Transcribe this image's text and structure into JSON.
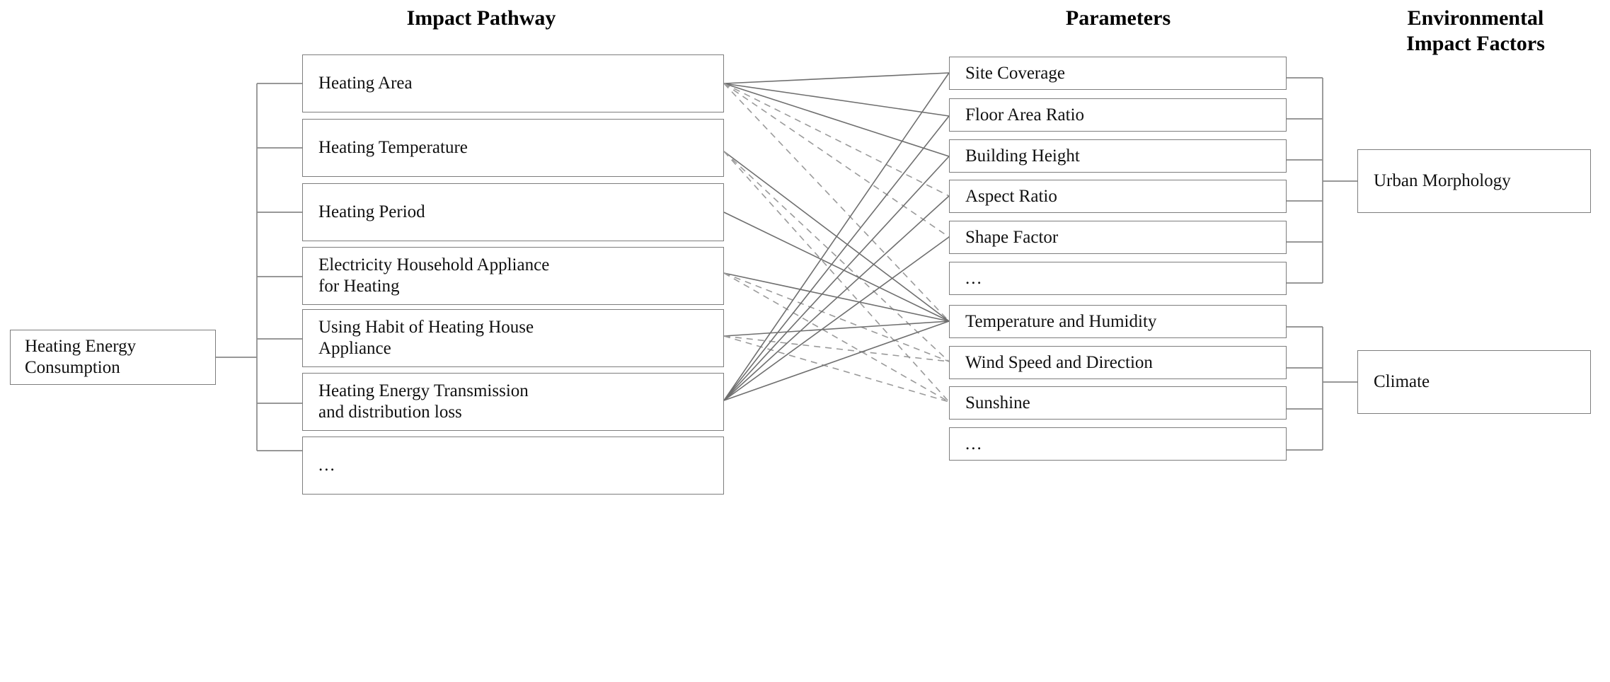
{
  "headers": {
    "impact_pathway": "Impact Pathway",
    "parameters": "Parameters",
    "environmental_impact_factors": "Environmental\nImpact Factors"
  },
  "root": {
    "label": "Heating Energy\nConsumption"
  },
  "impact_pathway": {
    "items": [
      {
        "label": "Heating Area"
      },
      {
        "label": "Heating Temperature"
      },
      {
        "label": "Heating Period"
      },
      {
        "label": "Electricity Household Appliance\nfor Heating"
      },
      {
        "label": "Using Habit of Heating House\nAppliance"
      },
      {
        "label": "Heating Energy Transmission\nand distribution loss"
      },
      {
        "label": "..."
      }
    ]
  },
  "parameters": {
    "urban_morphology_group": [
      {
        "label": "Site Coverage"
      },
      {
        "label": "Floor Area Ratio"
      },
      {
        "label": "Building Height"
      },
      {
        "label": "Aspect Ratio"
      },
      {
        "label": "Shape Factor"
      },
      {
        "label": "..."
      }
    ],
    "climate_group": [
      {
        "label": "Temperature and Humidity"
      },
      {
        "label": "Wind Speed and Direction"
      },
      {
        "label": "Sunshine"
      },
      {
        "label": "..."
      }
    ]
  },
  "environmental_impact_factors": {
    "items": [
      {
        "label": "Urban Morphology"
      },
      {
        "label": "Climate"
      }
    ]
  },
  "colors": {
    "box_border": "#7d7d7d",
    "link_solid": "#6f6f6f",
    "link_dashed": "#9a9a9a",
    "background": "#ffffff",
    "text": "#111111"
  }
}
